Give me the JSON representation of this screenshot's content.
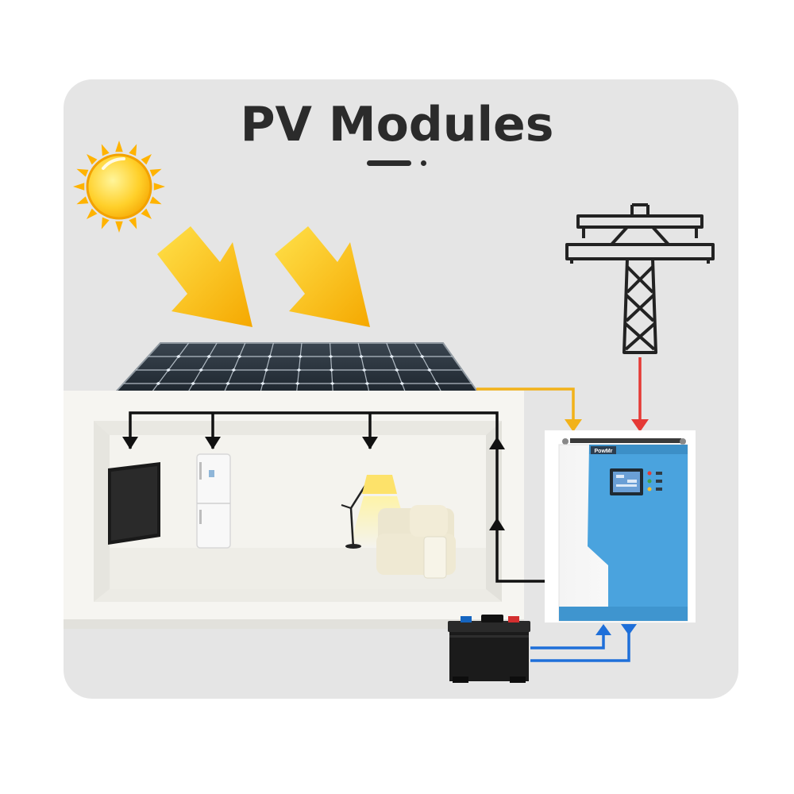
{
  "title": "PV Modules",
  "inverter_brand": "PowMr",
  "colors": {
    "background_card": "#e5e5e5",
    "title": "#2b2b2b",
    "sun": "#fbc02d",
    "arrow_yellow": "#f9c10f",
    "pv_line": "#f2b21a",
    "grid_line": "#e53935",
    "battery_line": "#1e6fd9",
    "load_line": "#111111",
    "inverter_blue": "#4aa3de"
  },
  "icons": [
    "sun-icon",
    "sunlight-arrow-icon",
    "solar-panel",
    "transmission-tower-icon",
    "inverter",
    "battery-icon",
    "tv-icon",
    "refrigerator-icon",
    "floor-lamp-icon",
    "sofa-icon"
  ]
}
